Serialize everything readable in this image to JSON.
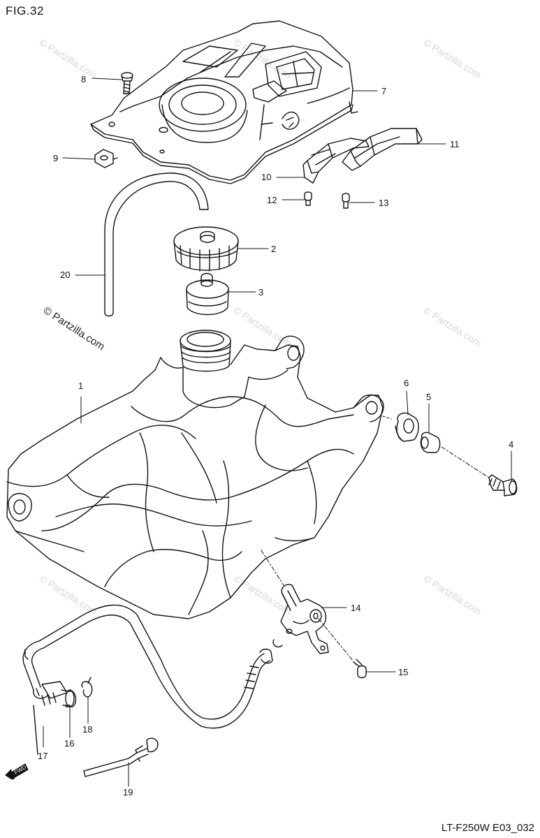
{
  "figure_label": "FIG.32",
  "model_code": "LT-F250W E03_032",
  "watermark_text": "© Partzilla.com",
  "fwd_label": "FWD",
  "parts": [
    {
      "num": "1"
    },
    {
      "num": "2"
    },
    {
      "num": "3"
    },
    {
      "num": "4"
    },
    {
      "num": "5"
    },
    {
      "num": "6"
    },
    {
      "num": "7"
    },
    {
      "num": "8"
    },
    {
      "num": "9"
    },
    {
      "num": "10"
    },
    {
      "num": "11"
    },
    {
      "num": "12"
    },
    {
      "num": "13"
    },
    {
      "num": "14"
    },
    {
      "num": "15"
    },
    {
      "num": "16"
    },
    {
      "num": "17"
    },
    {
      "num": "18"
    },
    {
      "num": "19"
    },
    {
      "num": "20"
    }
  ],
  "colors": {
    "line": "#111111",
    "watermark": "#d6d6d6",
    "background": "#ffffff"
  }
}
